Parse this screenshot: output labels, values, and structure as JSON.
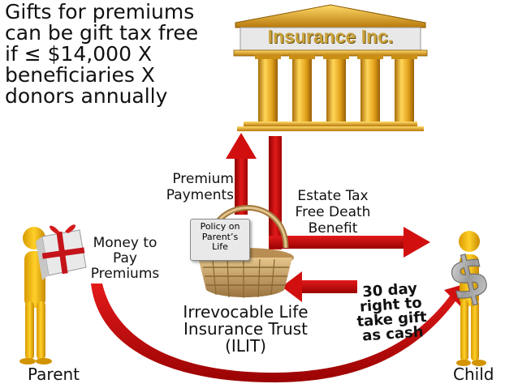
{
  "headline": {
    "lines": [
      "Gifts for premiums",
      "can be gift tax free",
      "if ≤ $14,000 X",
      "beneficiaries X",
      "donors annually"
    ]
  },
  "insurer": {
    "name": "Insurance Inc."
  },
  "flows": {
    "premium_payments": [
      "Premium",
      "Payments"
    ],
    "death_benefit": [
      "Estate Tax",
      "Free Death",
      "Benefit"
    ],
    "money_to_pay": [
      "Money to",
      "Pay",
      "Premiums"
    ],
    "gift_right": [
      "30 day",
      "right to",
      "take gift",
      "as cash"
    ]
  },
  "trust": {
    "policy_card": [
      "Policy on",
      "Parent’s",
      "Life"
    ],
    "label": [
      "Irrevocable Life",
      "Insurance Trust",
      "(ILIT)"
    ]
  },
  "people": {
    "parent": "Parent",
    "child": "Child"
  },
  "colors": {
    "arrow_red": "#d10f0f",
    "gold": "#e0a820",
    "figure_yellow": "#f2b800"
  }
}
